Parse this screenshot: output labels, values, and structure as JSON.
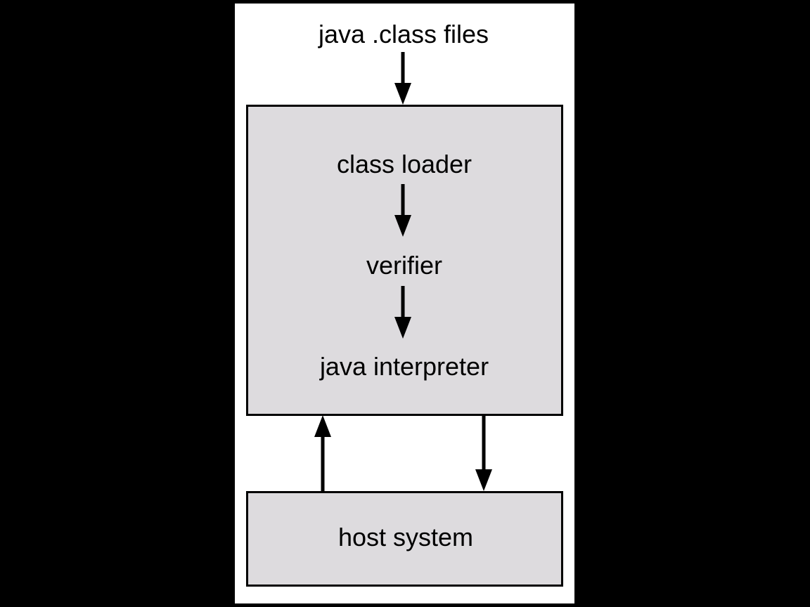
{
  "diagram": {
    "input_label": "java .class files",
    "class_loader_label": "class loader",
    "verifier_label": "verifier",
    "interpreter_label": "java interpreter",
    "host_label": "host system"
  },
  "colors": {
    "background": "#000000",
    "slide": "#ffffff",
    "box_fill": "#dddbde",
    "stroke": "#000000"
  }
}
